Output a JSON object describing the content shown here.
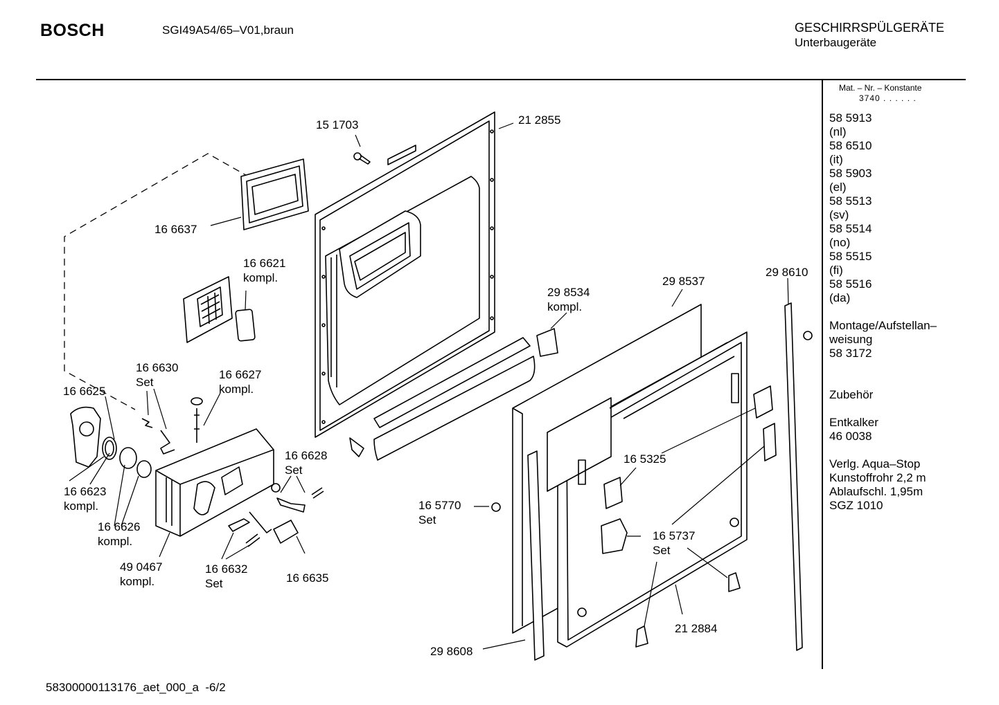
{
  "header": {
    "brand": "BOSCH",
    "model": "SGI49A54/65–V01,braun",
    "category": "GESCHIRRSPÜLGERÄTE",
    "subcategory": "Unterbaugeräte"
  },
  "sidebar": {
    "mat_heading": "Mat. – Nr. – Konstante",
    "mat_constant": "3740 . . . . . .",
    "lines": [
      "58 5913",
      "(nl)",
      "58 6510",
      "(it)",
      "58 5903",
      "(el)",
      "58 5513",
      "(sv)",
      "58 5514",
      "(no)",
      "58 5515",
      "(fi)",
      "58 5516",
      "(da)",
      "",
      "Montage/Aufstellan–",
      "weisung",
      "58 3172",
      "",
      "",
      "Zubehör",
      "",
      "Entkalker",
      "46 0038",
      "",
      "Verlg. Aqua–Stop",
      "Kunstoffrohr 2,2 m",
      "Ablaufschl. 1,95m",
      "SGZ 1010"
    ]
  },
  "parts": [
    {
      "number": "15 1703",
      "note": ""
    },
    {
      "number": "21 2855",
      "note": ""
    },
    {
      "number": "16 6637",
      "note": ""
    },
    {
      "number": "16 6621",
      "note": "kompl."
    },
    {
      "number": "29 8534",
      "note": "kompl."
    },
    {
      "number": "29 8537",
      "note": ""
    },
    {
      "number": "29 8610",
      "note": ""
    },
    {
      "number": "16 6630",
      "note": "Set"
    },
    {
      "number": "16 6627",
      "note": "kompl."
    },
    {
      "number": "16 6625",
      "note": ""
    },
    {
      "number": "16 6628",
      "note": "Set"
    },
    {
      "number": "16 5325",
      "note": ""
    },
    {
      "number": "16 5770",
      "note": "Set"
    },
    {
      "number": "16 6623",
      "note": "kompl."
    },
    {
      "number": "16 6626",
      "note": "kompl."
    },
    {
      "number": "16 5737",
      "note": "Set"
    },
    {
      "number": "49 0467",
      "note": "kompl."
    },
    {
      "number": "16 6632",
      "note": "Set"
    },
    {
      "number": "16 6635",
      "note": ""
    },
    {
      "number": "21 2884",
      "note": ""
    },
    {
      "number": "29 8608",
      "note": ""
    }
  ],
  "footer": {
    "doc_id": "58300000113176_aet_000_a",
    "page": "-6/2"
  }
}
